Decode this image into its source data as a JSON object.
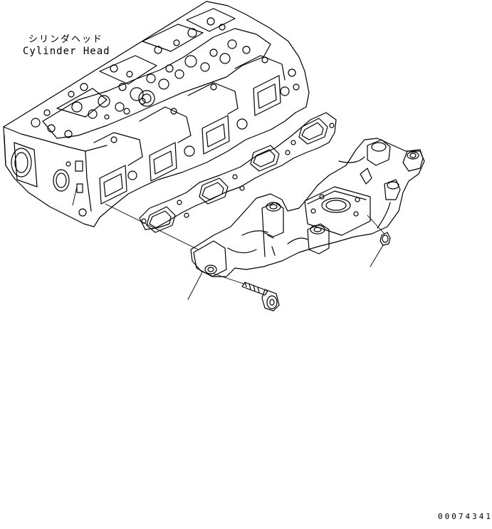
{
  "diagram": {
    "label_japanese": "シリンダヘッド",
    "label_english": "Cylinder Head",
    "drawing_number": "00074341"
  },
  "colors": {
    "line": "#000000",
    "background": "#ffffff"
  }
}
